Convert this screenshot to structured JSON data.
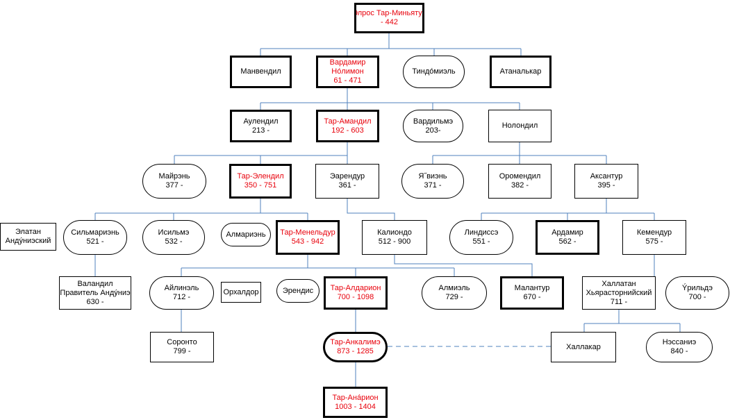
{
  "colors": {
    "line": "#4f81bd",
    "heir": "#e8000b",
    "text": "#000000"
  },
  "people": [
    {
      "id": "elros",
      "lines": [
        "Элрос Тар-Миньятур",
        "- 442"
      ]
    },
    {
      "id": "manvendil",
      "lines": [
        "Манвендил"
      ]
    },
    {
      "id": "vardamir",
      "lines": [
        "Вардамир",
        "Нóлимон",
        "61 - 471"
      ]
    },
    {
      "id": "tindomiel",
      "lines": [
        "Тиндóмиэль"
      ]
    },
    {
      "id": "atanalkar",
      "lines": [
        "Атаналькар"
      ]
    },
    {
      "id": "aulendil",
      "lines": [
        "Аулендил",
        "213 -"
      ]
    },
    {
      "id": "tar-amandil",
      "lines": [
        "Тар-Амандил",
        "192 - 603"
      ]
    },
    {
      "id": "vardilme",
      "lines": [
        "Вардильмэ",
        "203-"
      ]
    },
    {
      "id": "nolondil",
      "lines": [
        "Нолондил"
      ]
    },
    {
      "id": "mairen",
      "lines": [
        "Майрэнь",
        "377 -"
      ]
    },
    {
      "id": "tar-elendil",
      "lines": [
        "Тар-Элендил",
        "350 - 751"
      ]
    },
    {
      "id": "earendur",
      "lines": [
        "Эарендур",
        "361 -"
      ]
    },
    {
      "id": "yavien",
      "lines": [
        "Я˝виэнь",
        "371 -"
      ]
    },
    {
      "id": "oromendil",
      "lines": [
        "Оромендил",
        "382 -"
      ]
    },
    {
      "id": "aksantur",
      "lines": [
        "Аксантур",
        "395 -"
      ]
    },
    {
      "id": "elatan",
      "lines": [
        "Элатан",
        "Андýниэский"
      ]
    },
    {
      "id": "silmarien",
      "lines": [
        "Сильмариэнь",
        "521 -"
      ]
    },
    {
      "id": "isilme",
      "lines": [
        "Исильмэ",
        "532 -"
      ]
    },
    {
      "id": "almarien",
      "lines": [
        "Алмариэнь"
      ]
    },
    {
      "id": "tar-meneldur",
      "lines": [
        "Тар-Менельдур",
        "543 - 942"
      ]
    },
    {
      "id": "kaliondo",
      "lines": [
        "Калиондо",
        "512 - 900"
      ]
    },
    {
      "id": "lindisse",
      "lines": [
        "Линдиссэ",
        "551 -"
      ]
    },
    {
      "id": "ardamir",
      "lines": [
        "Ардамир",
        "562 -"
      ]
    },
    {
      "id": "kemendur",
      "lines": [
        "Кемендур",
        "575 -"
      ]
    },
    {
      "id": "valandil",
      "lines": [
        "Валандил",
        "Правитель Андýниэ",
        "630 -"
      ]
    },
    {
      "id": "ailinel",
      "lines": [
        "Айлинэль",
        "712 -"
      ]
    },
    {
      "id": "orkhaldor",
      "lines": [
        "Орхалдор"
      ]
    },
    {
      "id": "erendis",
      "lines": [
        "Эрендис"
      ]
    },
    {
      "id": "tar-aldarion",
      "lines": [
        "Тар-Алдарион",
        "700 - 1098"
      ]
    },
    {
      "id": "almiel",
      "lines": [
        "Алмиэль",
        "729 -"
      ]
    },
    {
      "id": "malantur",
      "lines": [
        "Малантур",
        "670 -"
      ]
    },
    {
      "id": "khallatan",
      "lines": [
        "Халлатан",
        "Хьярасторнийский",
        "711 -"
      ]
    },
    {
      "id": "urilde",
      "lines": [
        "Ýрильдэ",
        "700 -"
      ]
    },
    {
      "id": "soronto",
      "lines": [
        "Соронто",
        "799 -"
      ]
    },
    {
      "id": "tar-ankalime",
      "lines": [
        "Тар-Анкалимэ",
        "873 - 1285"
      ]
    },
    {
      "id": "khallakar",
      "lines": [
        "Халлакар"
      ]
    },
    {
      "id": "nessanie",
      "lines": [
        "Нэссаниэ",
        "840 -"
      ]
    },
    {
      "id": "tar-anarion",
      "lines": [
        "Тар-Анáрион",
        "1003 - 1404"
      ]
    }
  ]
}
